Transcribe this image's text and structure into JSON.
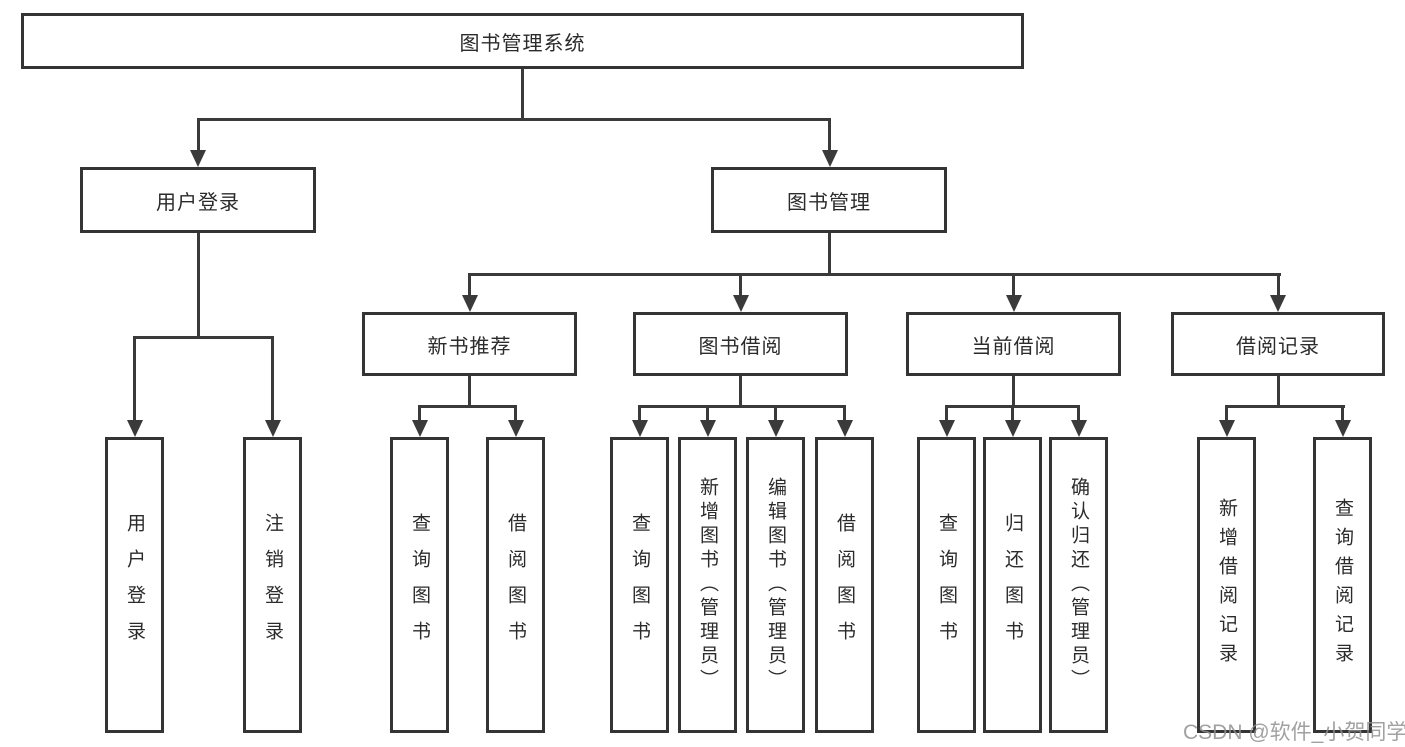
{
  "colors": {
    "background": "#ffffff",
    "box_border": "#343434",
    "connector": "#3a3a3a",
    "text": "#2b2b2b",
    "watermark": "#919191"
  },
  "watermark": "CSDN @软件_小贺同学",
  "tree": {
    "root": {
      "label": "图书管理系统"
    },
    "branches": [
      {
        "label": "用户登录",
        "children": [
          {
            "label": "用户登录"
          },
          {
            "label": "注销登录"
          }
        ]
      },
      {
        "label": "图书管理",
        "children": [
          {
            "label": "新书推荐",
            "children": [
              {
                "label": "查询图书"
              },
              {
                "label": "借阅图书"
              }
            ]
          },
          {
            "label": "图书借阅",
            "children": [
              {
                "label": "查询图书"
              },
              {
                "label": "新增图书（管理员）"
              },
              {
                "label": "编辑图书（管理员）"
              },
              {
                "label": "借阅图书"
              }
            ]
          },
          {
            "label": "当前借阅",
            "children": [
              {
                "label": "查询图书"
              },
              {
                "label": "归还图书"
              },
              {
                "label": "确认归还（管理员）"
              }
            ]
          },
          {
            "label": "借阅记录",
            "children": [
              {
                "label": "新增借阅记录"
              },
              {
                "label": "查询借阅记录"
              }
            ]
          }
        ]
      }
    ]
  }
}
